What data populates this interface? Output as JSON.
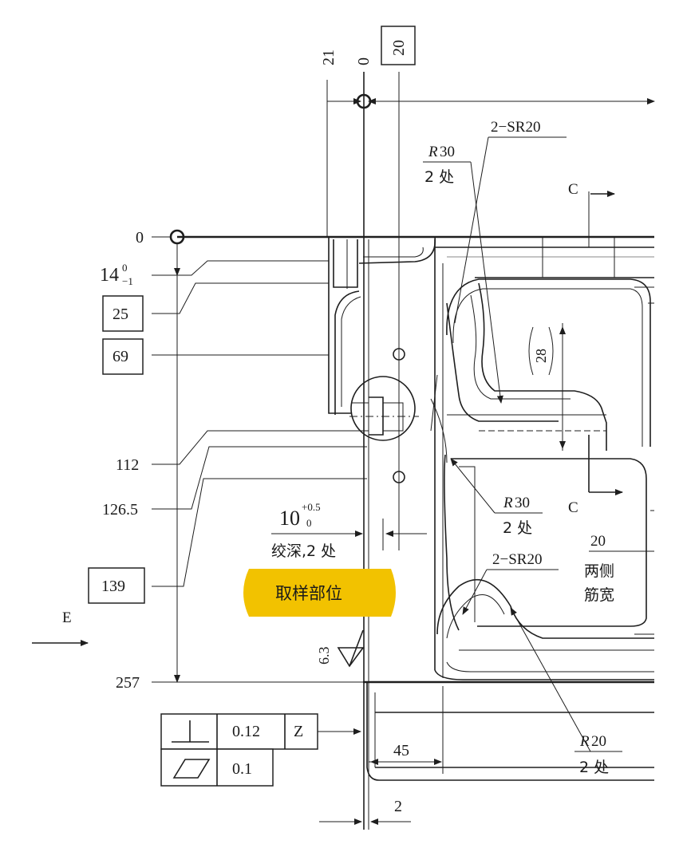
{
  "dimensions": {
    "top_21": "21",
    "top_0": "0",
    "top_20_boxed": "20",
    "left_0": "0",
    "left_14": "14",
    "left_14_tol_upper": "0",
    "left_14_tol_lower": "−1",
    "left_25": "25",
    "left_69": "69",
    "left_112": "112",
    "left_126_5": "126.5",
    "left_139": "139",
    "left_257": "257",
    "dim_28": "28",
    "bottom_45": "45",
    "bottom_2": "2",
    "ream_10": "10",
    "ream_tol_upper": "+0.5",
    "ream_tol_lower": "0",
    "ream_note": "绞深,2 处",
    "rib_width_value": "20",
    "rib_width_line1": "两侧",
    "rib_width_line2": "筋宽"
  },
  "callouts": {
    "sr20_top": "2−SR20",
    "r30_top_r": "R",
    "r30_top_val": "30",
    "r30_top_count": "2 处",
    "r30_mid_r": "R",
    "r30_mid_val": "30",
    "r30_mid_count": "2 处",
    "sr20_mid": "2−SR20",
    "r20_r": "R",
    "r20_val": "20",
    "r20_count": "2 处"
  },
  "section_labels": {
    "c_top": "C",
    "c_bottom": "C",
    "e_view": "E"
  },
  "surface_roughness": "6.3",
  "tolerance_frame": {
    "row1_symbol": "perpendicularity-icon",
    "row1_value": "0.12",
    "row1_datum": "Z",
    "row2_symbol": "flatness-icon",
    "row2_value": "0.1"
  },
  "sample_label": "取样部位",
  "colors": {
    "sample_highlight": "#f2c200",
    "line": "#1e1e1e",
    "background": "#ffffff"
  }
}
